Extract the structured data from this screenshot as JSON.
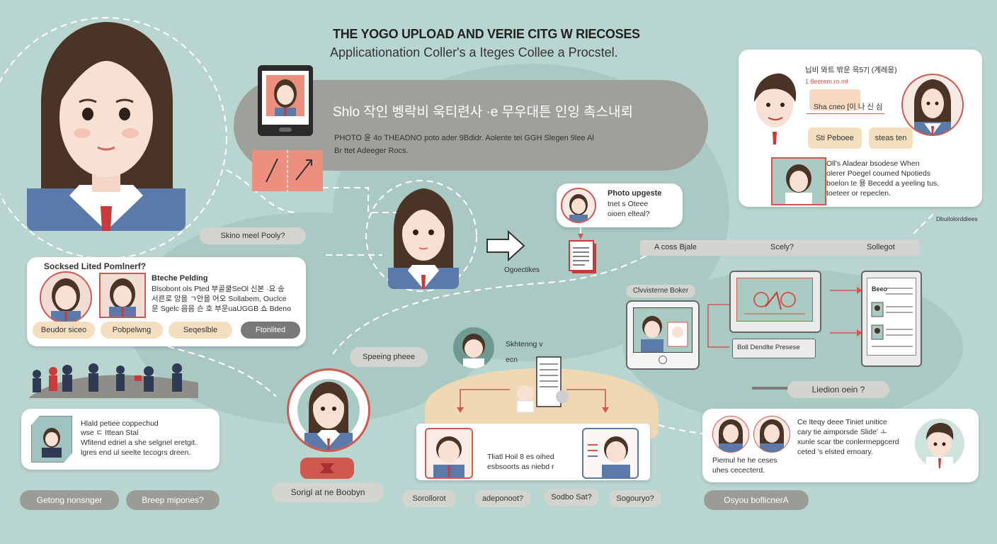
{
  "header": {
    "title": "THE YOGO UPLOAD AND VERIE CITG W RIECOSES",
    "subtitle": "Applicationation Coller's a Iteges Collee a Procstel."
  },
  "banner": {
    "title": "Shlo 작인 벵락비 욱티련사 ·e 무우대튼 인잉 촉스내뢰",
    "line1": "PHOTO 윤 4o THEADNO poto ader 9Bdidr. Aolente tei GGH Slegen 9lee Al",
    "line2": "Br ttet Adeeger Rocs."
  },
  "left_labels": {
    "skin_pill": "Skino meel Pooly?"
  },
  "selected_card": {
    "header": "Socksed Lited Pomlnerf?",
    "title": "Bteche Pelding",
    "text1": "Blsobont ols Pted 부골쿨SeOl 신본 ·요 송",
    "text2": "서른로 앙을 ㄱ안을 어오 Sollabem, Ouclce",
    "text3": "운 Sgelc 음음 슨 호 부운uaUGGB 쇼 Bdeno",
    "buttons": [
      "Beudor siceo",
      "Pobpelwng",
      "Seqeslble",
      "Ftonlited"
    ]
  },
  "upload_card": {
    "title": "Hlald petiee coppechud",
    "line1": "wse ㄷ Ittean Stal",
    "line2": "Wfitend edriel a she selgnel eretgit.",
    "line3": "lgres end ul seelte tecogrs dreen."
  },
  "bottom_left_pills": [
    "Getong nonsnger",
    "Breep mipones?"
  ],
  "center": {
    "arrow_caption": "Ogoectikes",
    "bubble_title": "Photo upgeste",
    "bubble_line1": "tnet s Oteee",
    "bubble_line2": "oioen elteal?",
    "speaking": "Speeing pheee",
    "steps_label1": "Skhtenng v",
    "steps_label2": "ecn",
    "red_caption": "Sorigl at ne Boobyn",
    "compare_line1": "Tliatl Hoil 8 es oihed",
    "compare_line2": "esbsoorts as niebd r",
    "bottom_pills": [
      "Sorollorot",
      "adeponoot?",
      "Sodbo Sat?",
      "Sogouryo?"
    ]
  },
  "right_top_card": {
    "header_line": "닙비 뫄트 밖운 윽57| (계레응)",
    "header_line2": "1 8eerem.ro.ml",
    "speech": "Sha cneo [이 나 신 심",
    "pill1": "Sti Peboee",
    "pill2": "steas ten",
    "text1": "Oll's Aladear bsodese When",
    "text2": "olerer Poegel coumed Npotieds",
    "text3": "boelon te 용 Becedd a yeeling tus.",
    "text4": "toeteer or repeclen.",
    "corner_label": "Dbuilolorddiees"
  },
  "steps_bar": [
    "A coss Bjale",
    "Scely?",
    "Sollegot"
  ],
  "devices": {
    "caption1": "Clvvisterne Boker",
    "caption2": "Boll Dendlte Presese",
    "doc_title": "Beeo",
    "location_pill": "Liedion oein ?"
  },
  "right_bottom_card": {
    "line1": "Ce Iteqy deee Tiniet unitice",
    "line2": "cary tie aimporsde Slide' ㅗ",
    "line3": "xunle scar tbe conlermepgcerd",
    "line4": "ceted 's elsted emoary.",
    "line5": "Piemul he he ceses",
    "line6": "uhes cececterd.",
    "bottom_pill": "Osyou boflicnerA"
  },
  "colors": {
    "background": "#b9d5cf",
    "accent_red": "#d0584e",
    "salmon": "#ec8f7f",
    "banner_gray": "#9ea09b",
    "vest_blue": "#5b7aaa",
    "tie_red": "#c93a3a",
    "hair": "#4a3426"
  }
}
